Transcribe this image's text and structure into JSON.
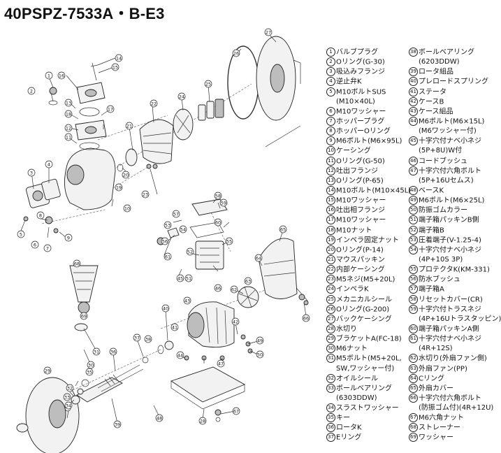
{
  "title": "40PSPZ-7533A・B-E3",
  "parts_col1": [
    {
      "no": "1",
      "text": "バルブプラグ"
    },
    {
      "no": "2",
      "text": "Oリング(G-30)"
    },
    {
      "no": "3",
      "text": "吸込みフランジ"
    },
    {
      "no": "4",
      "text": "逆止弁K"
    },
    {
      "no": "5",
      "text": "M10ボルトSUS"
    },
    {
      "no": "",
      "text": "(M10×40L)"
    },
    {
      "no": "6",
      "text": "M10ワッシャー"
    },
    {
      "no": "7",
      "text": "ホッパープラグ"
    },
    {
      "no": "8",
      "text": "ホッパーOリング"
    },
    {
      "no": "9",
      "text": "M6ボルト(M6×95L)"
    },
    {
      "no": "10",
      "text": "ケーシング"
    },
    {
      "no": "11",
      "text": "Oリング(G-50)"
    },
    {
      "no": "12",
      "text": "吐出フランジ"
    },
    {
      "no": "13",
      "text": "Oリング(P-65)"
    },
    {
      "no": "14",
      "text": "M10ボルト(M10×45L)"
    },
    {
      "no": "15",
      "text": "M10ワッシャー"
    },
    {
      "no": "16",
      "text": "吐出相フランジ"
    },
    {
      "no": "17",
      "text": "M10ワッシャー"
    },
    {
      "no": "18",
      "text": "M10ナット"
    },
    {
      "no": "19",
      "text": "インペラ固定ナット"
    },
    {
      "no": "20",
      "text": "Oリング(P-14)"
    },
    {
      "no": "21",
      "text": "マウスパッキン"
    },
    {
      "no": "22",
      "text": "内部ケーシング"
    },
    {
      "no": "23",
      "text": "M5ネジ(M5+20L)"
    },
    {
      "no": "24",
      "text": "インペラK"
    },
    {
      "no": "25",
      "text": "メカニカルシール"
    },
    {
      "no": "26",
      "text": "Oリング(G-200)"
    },
    {
      "no": "27",
      "text": "バックケーシング"
    },
    {
      "no": "28",
      "text": "水切り"
    },
    {
      "no": "29",
      "text": "ブラケットA(FC-18)"
    },
    {
      "no": "30",
      "text": "M6ナット"
    },
    {
      "no": "31",
      "text": "M5ボルト(M5+20L,"
    },
    {
      "no": "",
      "text": "SW,ワッシャー付)"
    },
    {
      "no": "32",
      "text": "オイルシール"
    },
    {
      "no": "33",
      "text": "ボールベアリング"
    },
    {
      "no": "",
      "text": "(6303DDW)"
    },
    {
      "no": "34",
      "text": "スラストワッシャー"
    },
    {
      "no": "35",
      "text": "キー"
    },
    {
      "no": "36",
      "text": "ロータK"
    },
    {
      "no": "37",
      "text": "Eリング"
    }
  ],
  "parts_col2": [
    {
      "no": "38",
      "text": "ボールベアリング"
    },
    {
      "no": "",
      "text": "(6203DDW)"
    },
    {
      "no": "39",
      "text": "ロータ組品"
    },
    {
      "no": "40",
      "text": "プレロードスプリング"
    },
    {
      "no": "41",
      "text": "ステータ"
    },
    {
      "no": "42",
      "text": "ケースB"
    },
    {
      "no": "43",
      "text": "ケース組品"
    },
    {
      "no": "44",
      "text": "M6ボルト(M6×15L)"
    },
    {
      "no": "",
      "text": "(M6ワッシャー付)"
    },
    {
      "no": "45",
      "text": "十字穴付ナベ小ネジ"
    },
    {
      "no": "",
      "text": "(5P+8U)W付"
    },
    {
      "no": "46",
      "text": "コードブッシュ"
    },
    {
      "no": "47",
      "text": "十字穴付六角ボルト"
    },
    {
      "no": "",
      "text": "(5P+16Uセムス)"
    },
    {
      "no": "48",
      "text": "ベースK"
    },
    {
      "no": "49",
      "text": "M6ボルト(M6×25L)"
    },
    {
      "no": "50",
      "text": "防振ゴムカラー"
    },
    {
      "no": "51",
      "text": "端子箱パッキンB側"
    },
    {
      "no": "52",
      "text": "端子箱B"
    },
    {
      "no": "53",
      "text": "圧着端子(V-1.25-4)"
    },
    {
      "no": "54",
      "text": "十字穴付ナベ小ネジ"
    },
    {
      "no": "",
      "text": "(4P+10S 3P)"
    },
    {
      "no": "55",
      "text": "プロテクタK(KM-331)"
    },
    {
      "no": "56",
      "text": "防水ブッシュ"
    },
    {
      "no": "57",
      "text": "端子箱A"
    },
    {
      "no": "58",
      "text": "リセットカバー(CR)"
    },
    {
      "no": "59",
      "text": "十字穴付トラスネジ"
    },
    {
      "no": "",
      "text": "(4P+16Uトラスタッピン)"
    },
    {
      "no": "60",
      "text": "端子箱パッキンA側"
    },
    {
      "no": "61",
      "text": "十字穴付ナベ小ネジ"
    },
    {
      "no": "",
      "text": "(4R+12S)"
    },
    {
      "no": "62",
      "text": "水切り(外扇ファン側)"
    },
    {
      "no": "63",
      "text": "外扇ファン(PP)"
    },
    {
      "no": "64",
      "text": "Cリング"
    },
    {
      "no": "65",
      "text": "外扇カバー"
    },
    {
      "no": "66",
      "text": "十字穴付六角ボルト"
    },
    {
      "no": "",
      "text": "(防振ゴム付)(4R+12U)"
    },
    {
      "no": "67",
      "text": "M6六角ナット"
    },
    {
      "no": "68",
      "text": "ストレーナー"
    },
    {
      "no": "69",
      "text": "ワッシャー"
    }
  ],
  "callouts": {
    "c1": "1",
    "c2": "2",
    "c3": "3",
    "c4": "4",
    "c5": "5",
    "c6": "6",
    "c7": "7",
    "c8": "8",
    "c9": "9",
    "c10": "10",
    "c11": "11",
    "c12": "12",
    "c13": "13",
    "c14": "14",
    "c15": "15",
    "c16": "16",
    "c17": "17",
    "c18": "18",
    "c19": "19",
    "c20": "20",
    "c21": "21",
    "c22": "22",
    "c23": "23",
    "c24": "24",
    "c25": "25",
    "c26": "26",
    "c27": "27",
    "c28": "28",
    "c29": "29",
    "c30": "30",
    "c31": "31",
    "c32": "32",
    "c33": "33",
    "c34": "34",
    "c35": "35",
    "c36": "36",
    "c37": "37",
    "c38": "38",
    "c39": "39",
    "c40": "40",
    "c41": "41",
    "c42": "42",
    "c43": "43",
    "c44": "44",
    "c45": "45",
    "c46": "46",
    "c47": "47",
    "c48": "48",
    "c49": "49",
    "c50": "50",
    "c51": "51",
    "c52": "52",
    "c53": "53",
    "c54": "54",
    "c55": "55",
    "c56": "56",
    "c57": "57",
    "c58": "58",
    "c59": "59",
    "c60": "60",
    "c61": "61",
    "c62": "62",
    "c63": "63",
    "c64": "64",
    "c65": "65",
    "c66": "66",
    "c67": "67",
    "c68": "68",
    "c69": "69"
  }
}
